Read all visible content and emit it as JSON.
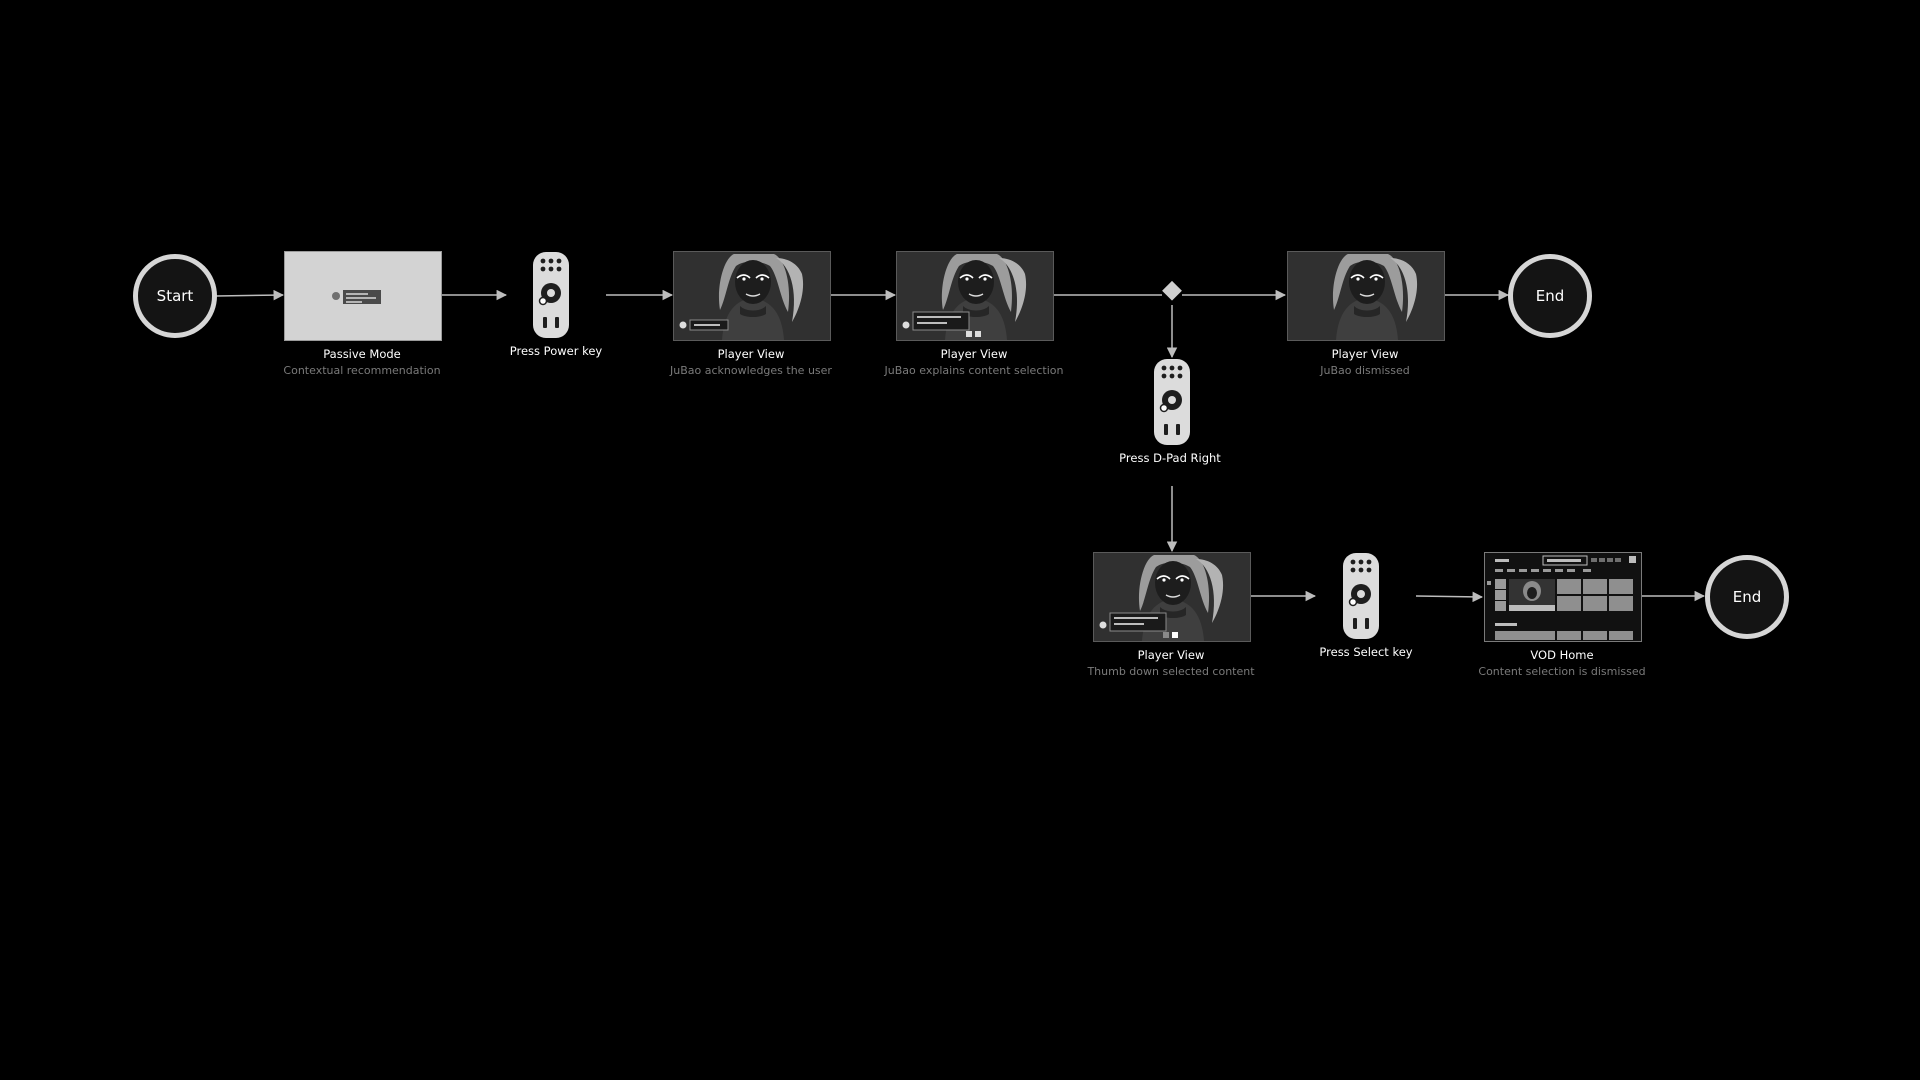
{
  "start": {
    "label": "Start"
  },
  "passive_mode": {
    "title": "Passive Mode",
    "subtitle": "Contextual recommendation"
  },
  "press_power": {
    "title": "Press Power key"
  },
  "player_ack": {
    "title": "Player View",
    "subtitle": "JuBao acknowledges the user"
  },
  "player_explain": {
    "title": "Player View",
    "subtitle": "JuBao explains content selection"
  },
  "player_dismissed": {
    "title": "Player View",
    "subtitle": "JuBao dismissed"
  },
  "end_top": {
    "label": "End"
  },
  "press_dpad": {
    "title": "Press D-Pad Right"
  },
  "player_thumb": {
    "title": "Player View",
    "subtitle": "Thumb down selected content"
  },
  "press_select": {
    "title": "Press Select key"
  },
  "vod_home": {
    "title": "VOD Home",
    "subtitle": "Content selection is dismissed"
  },
  "end_bottom": {
    "label": "End"
  },
  "colors": {
    "background": "#000000",
    "connector": "#bdbdbd",
    "terminal_ring": "#d6d6d6",
    "subtitle": "#7a7a7a"
  },
  "icons": [
    "remote-icon",
    "decision-diamond",
    "arrow-head"
  ]
}
